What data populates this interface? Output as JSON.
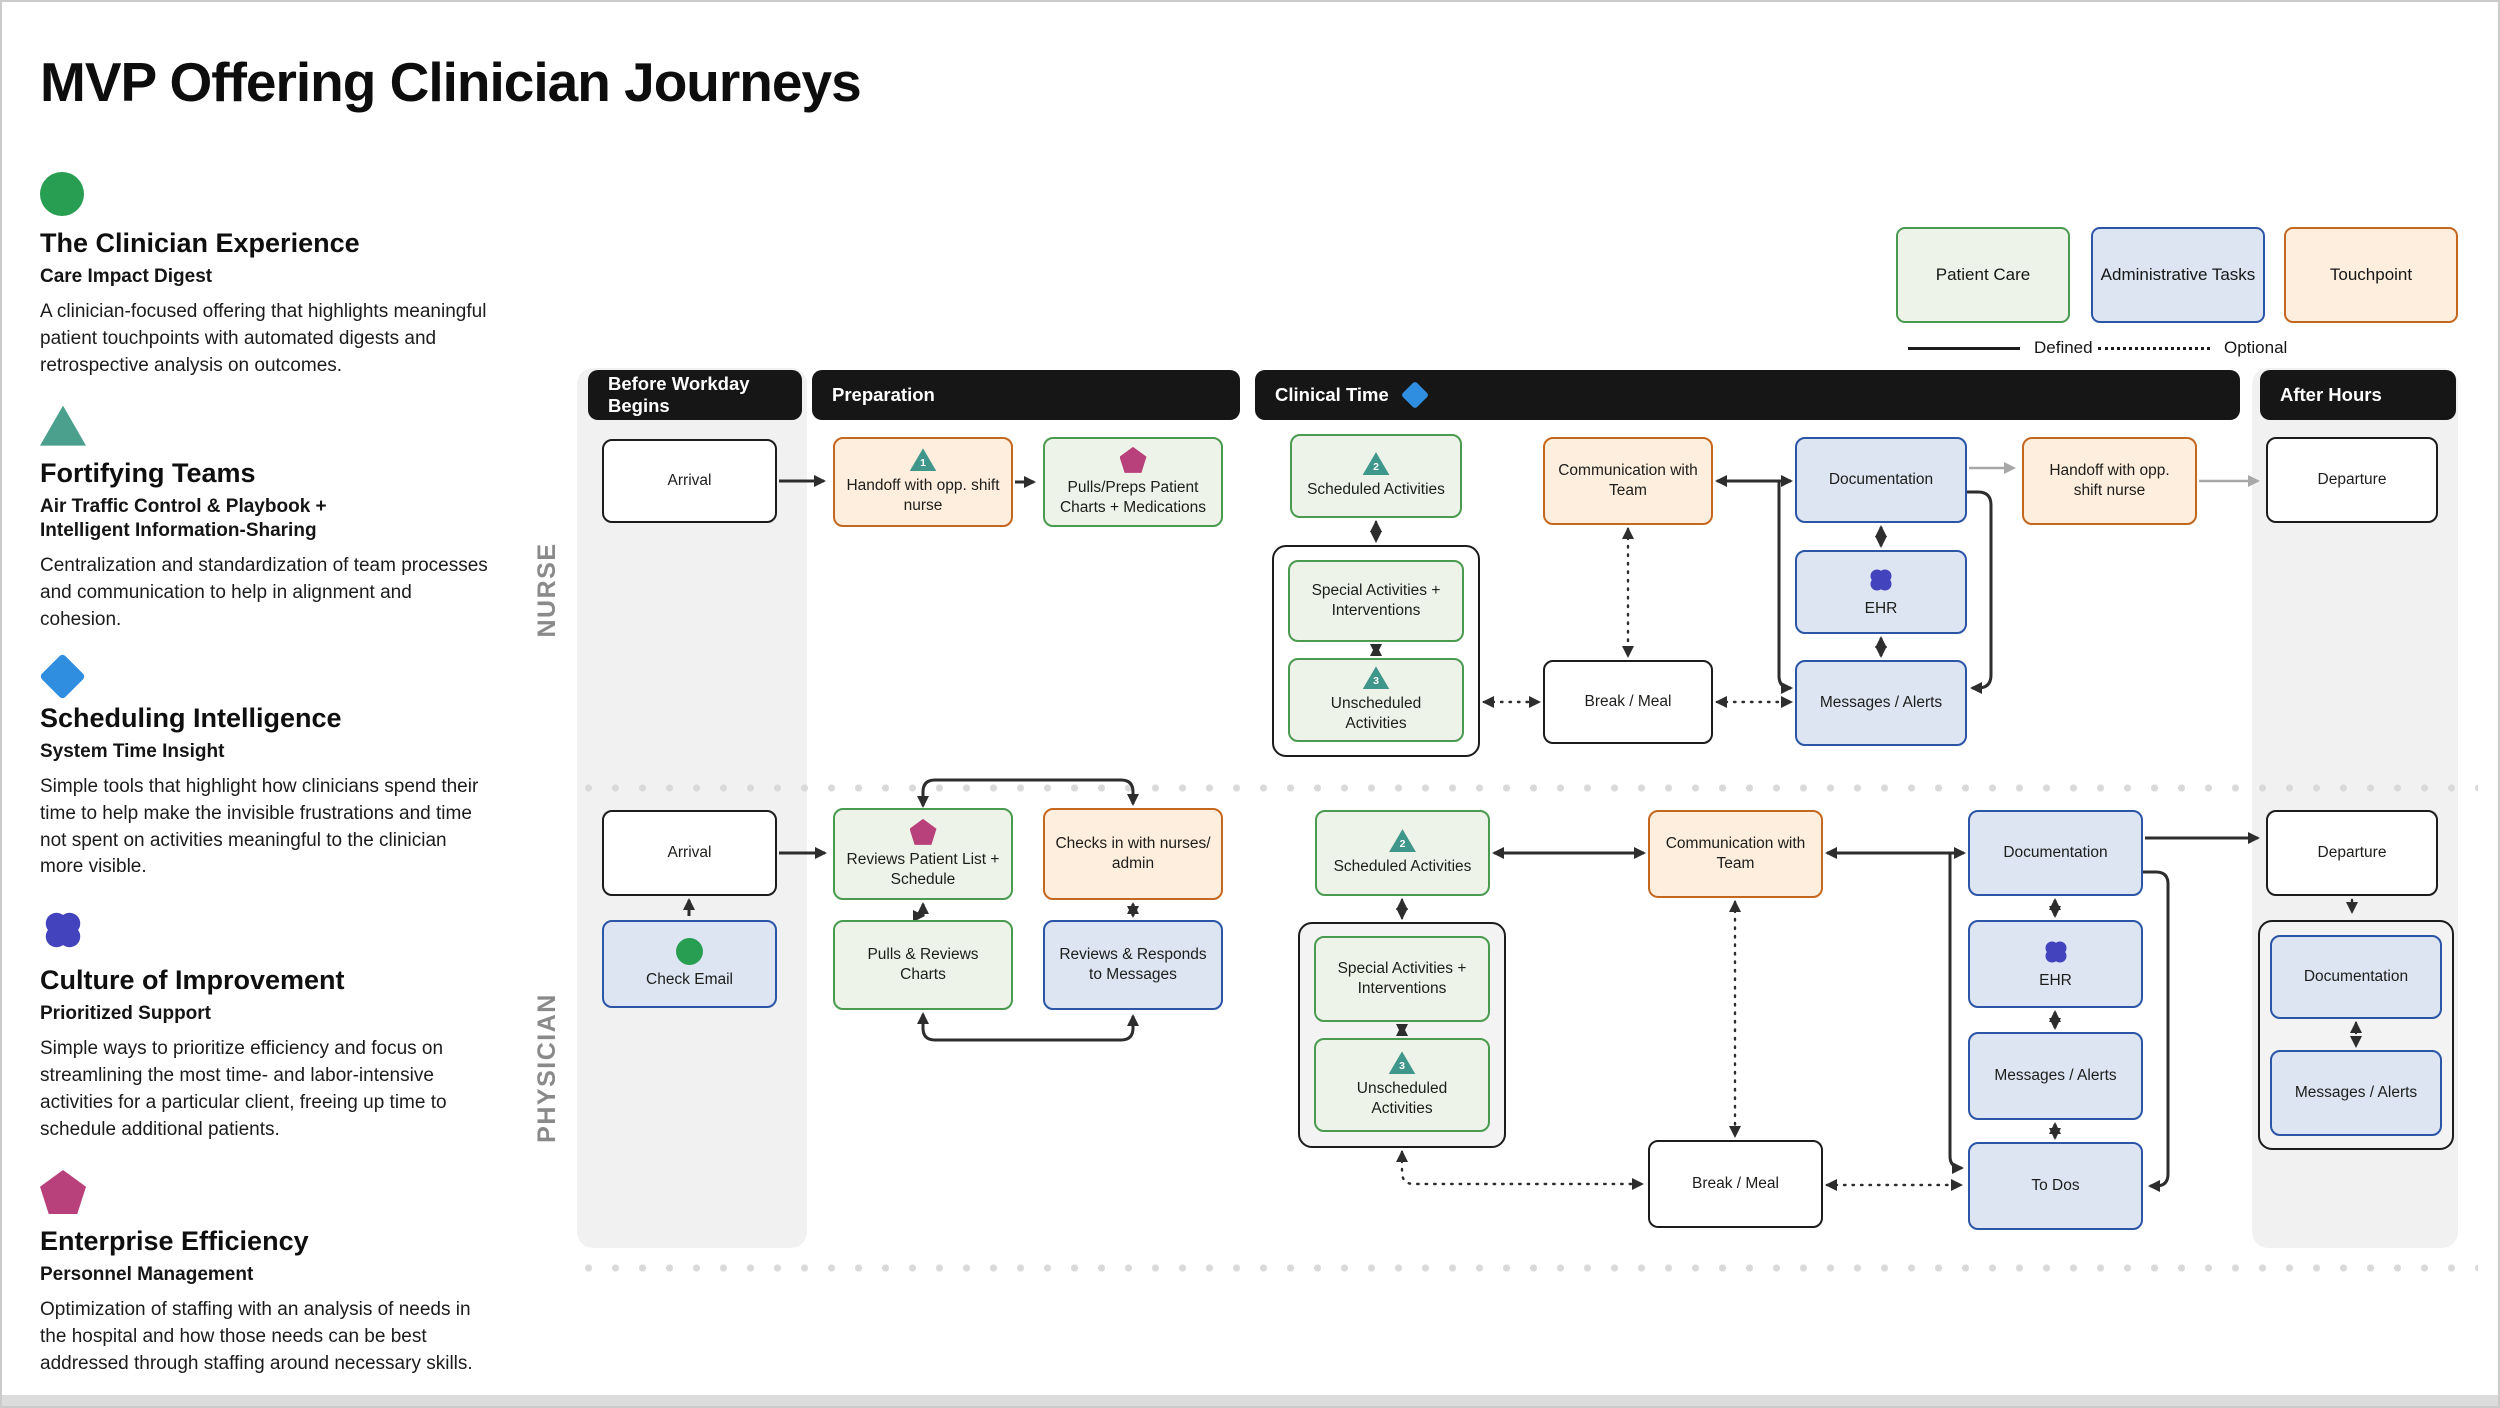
{
  "title": "MVP Offering Clinician Journeys",
  "rows": {
    "nurse": "NURSE",
    "physician": "PHYSICIAN"
  },
  "phases": {
    "before": "Before Workday Begins",
    "prep": "Preparation",
    "clinical": "Clinical Time",
    "after": "After Hours"
  },
  "legend": {
    "patient_care": "Patient Care",
    "admin_tasks": "Administrative Tasks",
    "touchpoint": "Touchpoint",
    "defined": "Defined",
    "optional": "Optional"
  },
  "colors": {
    "patient_care_fill": "#edf3e8",
    "patient_care_border": "#4a9a4f",
    "admin_fill": "#dde5f3",
    "admin_border": "#2b55a7",
    "touchpoint_fill": "#fdeedd",
    "touchpoint_border": "#c4671f",
    "header_bg": "#161616",
    "icon_circle": "#279e52",
    "icon_triangle": "#3f968a",
    "icon_diamond": "#2f8ee0",
    "icon_clover": "#4343bd",
    "icon_pentagon": "#b8417b"
  },
  "sidebar": {
    "items": [
      {
        "icon": "circle-icon",
        "heading": "The Clinician Experience",
        "subheading": "Care Impact Digest",
        "description": "A clinician-focused offering that highlights meaningful patient touchpoints with automated digests and retrospective analysis on outcomes."
      },
      {
        "icon": "triangle-icon",
        "heading": "Fortifying Teams",
        "subheading": "Air Traffic Control & Playbook + Intelligent Information-Sharing",
        "description": "Centralization and standardization of team processes and communication to help in alignment and cohesion."
      },
      {
        "icon": "diamond-icon",
        "heading": "Scheduling Intelligence",
        "subheading": "System Time Insight",
        "description": "Simple tools that highlight how clinicians spend their time to help make the invisible frustrations and time not spent on activities meaningful to the clinician more visible."
      },
      {
        "icon": "clover-icon",
        "heading": "Culture of Improvement",
        "subheading": "Prioritized Support",
        "description": "Simple ways to prioritize efficiency and focus on streamlining the most time- and labor-intensive activities for a particular client, freeing up time to schedule additional patients."
      },
      {
        "icon": "pentagon-icon",
        "heading": "Enterprise Efficiency",
        "subheading": "Personnel Management",
        "description": "Optimization of staffing with an analysis of needs in the hospital and how those needs can be best addressed through staffing around necessary skills."
      }
    ]
  },
  "boxes": {
    "n_arrival": {
      "label": "Arrival"
    },
    "n_handoff_prep": {
      "label": "Handoff with opp. shift nurse",
      "icon": "triangle",
      "icon_number": "1"
    },
    "n_pulls_preps": {
      "label": "Pulls/Preps Patient Charts + Medications",
      "icon": "pentagon"
    },
    "n_sched": {
      "label": "Scheduled Activities",
      "icon": "triangle",
      "icon_number": "2"
    },
    "n_special": {
      "label": "Special Activities + Interventions"
    },
    "n_unsched": {
      "label": "Unscheduled Activities",
      "icon": "triangle",
      "icon_number": "3"
    },
    "n_comm": {
      "label": "Communication with Team"
    },
    "n_break": {
      "label": "Break / Meal"
    },
    "n_doc": {
      "label": "Documentation"
    },
    "n_ehr": {
      "label": "EHR",
      "icon": "clover"
    },
    "n_msg": {
      "label": "Messages / Alerts"
    },
    "n_handoff_ah": {
      "label": "Handoff with opp. shift nurse"
    },
    "n_departure": {
      "label": "Departure"
    },
    "p_arrival": {
      "label": "Arrival"
    },
    "p_checkemail": {
      "label": "Check Email",
      "icon": "circle"
    },
    "p_reviews": {
      "label": "Reviews Patient List + Schedule",
      "icon": "pentagon"
    },
    "p_checksin": {
      "label": "Checks in with nurses/ admin"
    },
    "p_pullscharts": {
      "label": "Pulls & Reviews Charts"
    },
    "p_responds": {
      "label": "Reviews & Responds to Messages"
    },
    "p_sched": {
      "label": "Scheduled Activities",
      "icon": "triangle",
      "icon_number": "2"
    },
    "p_special": {
      "label": "Special Activities + Interventions"
    },
    "p_unsched": {
      "label": "Unscheduled Activities",
      "icon": "triangle",
      "icon_number": "3"
    },
    "p_comm": {
      "label": "Communication with Team"
    },
    "p_break": {
      "label": "Break / Meal"
    },
    "p_doc": {
      "label": "Documentation"
    },
    "p_ehr": {
      "label": "EHR",
      "icon": "clover"
    },
    "p_msg": {
      "label": "Messages / Alerts"
    },
    "p_todos": {
      "label": "To Dos"
    },
    "p_departure": {
      "label": "Departure"
    },
    "p_ah_doc": {
      "label": "Documentation"
    },
    "p_ah_msg": {
      "label": "Messages / Alerts"
    }
  }
}
